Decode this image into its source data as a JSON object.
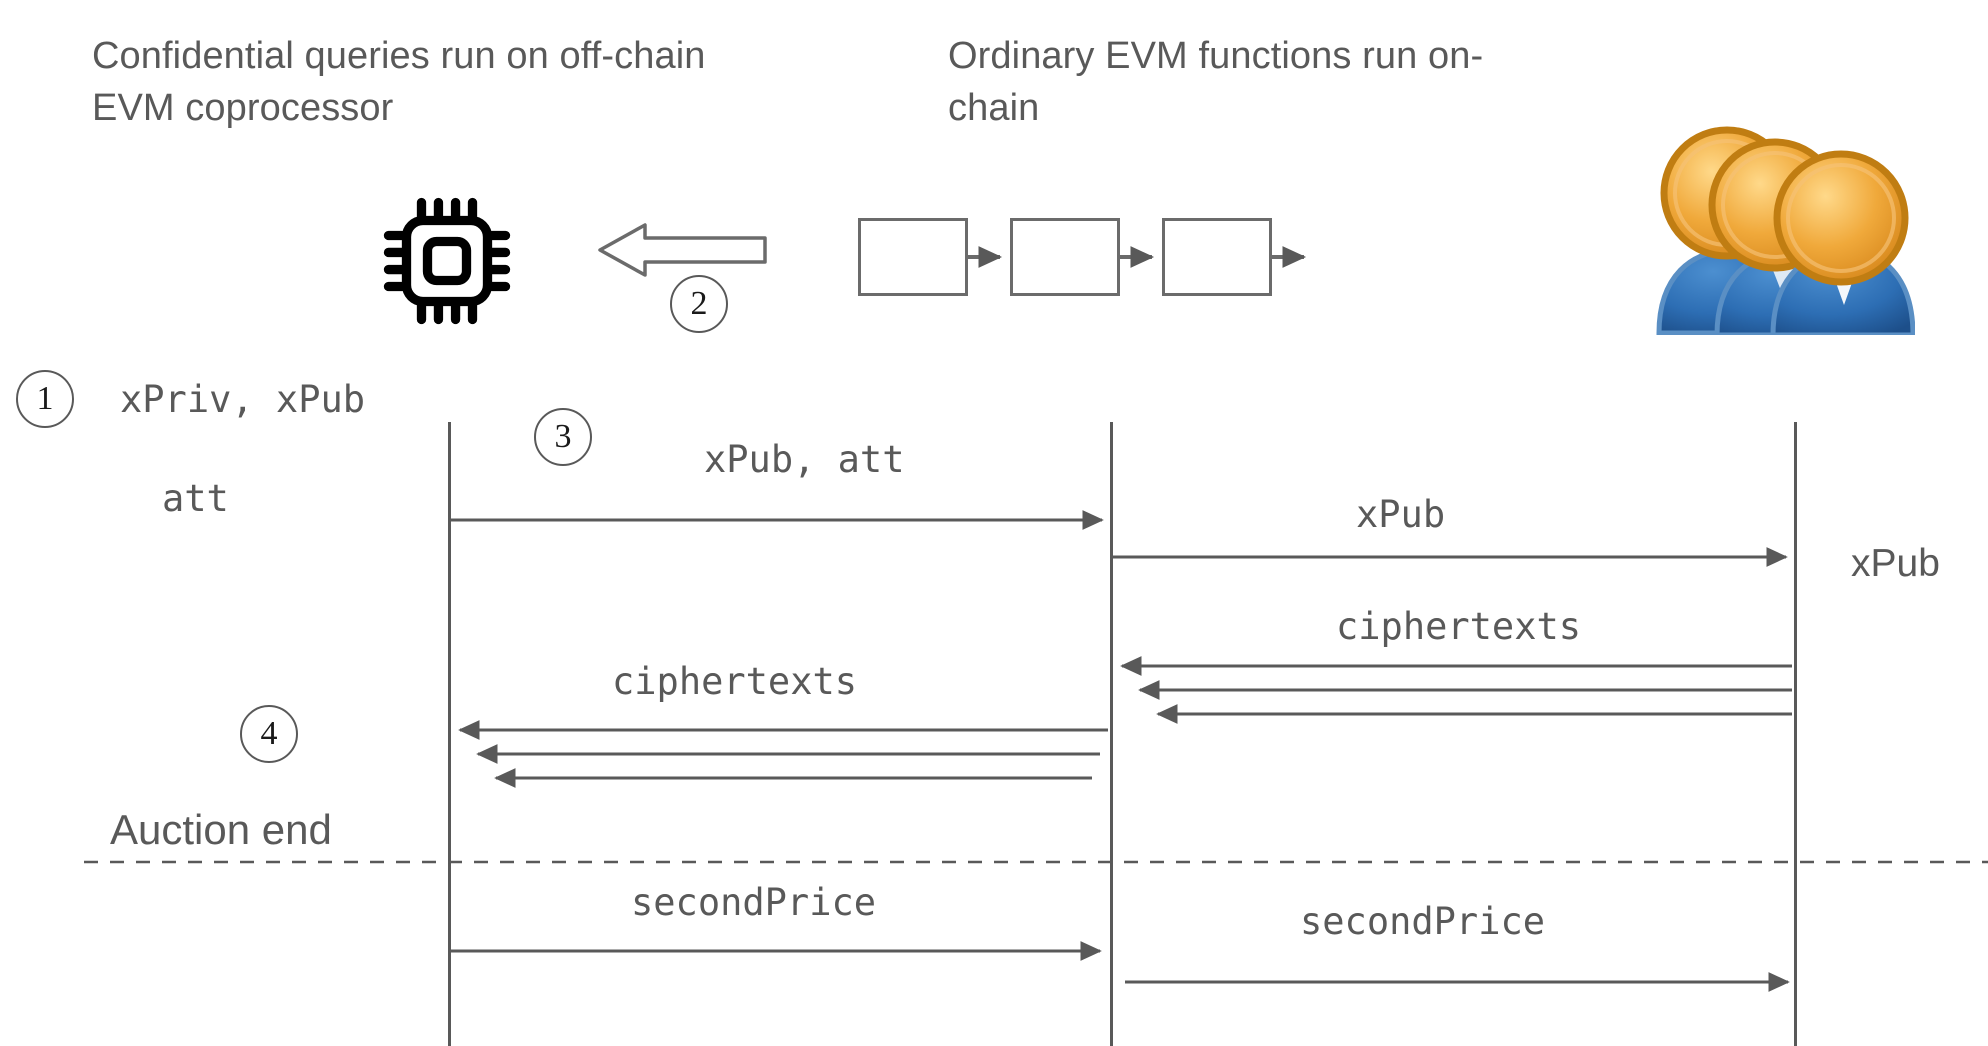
{
  "diagram": {
    "title": "Confidential auction sequence diagram",
    "background": "#ffffff",
    "line_color": "#595959",
    "text_color": "#595959",
    "accent_head": "#e8a33d",
    "accent_body": "#2a6db0"
  },
  "headers": {
    "offchain": "Confidential queries run on off-chain EVM coprocessor",
    "onchain": "Ordinary EVM functions run on-chain"
  },
  "steps": {
    "one": "1",
    "two": "2",
    "three": "3",
    "four": "4"
  },
  "icons": {
    "cpu": "cpu-chip-icon",
    "users": "users-group-icon",
    "block_arrow": "block-arrow-left-icon"
  },
  "labels": {
    "keys": "xPriv, xPub",
    "attestation": "att",
    "xpub_att": "xPub, att",
    "xpub_mid": "xPub",
    "xpub_right": "xPub",
    "ciphertexts_left": "ciphertexts",
    "ciphertexts_right": "ciphertexts",
    "auction_end": "Auction end",
    "second_price_left": "secondPrice",
    "second_price_right": "secondPrice"
  },
  "blocks": [
    {
      "name": "block-1"
    },
    {
      "name": "block-2"
    },
    {
      "name": "block-3"
    }
  ],
  "lifelines": [
    {
      "name": "coprocessor-lifeline"
    },
    {
      "name": "chain-lifeline"
    },
    {
      "name": "users-lifeline"
    }
  ]
}
